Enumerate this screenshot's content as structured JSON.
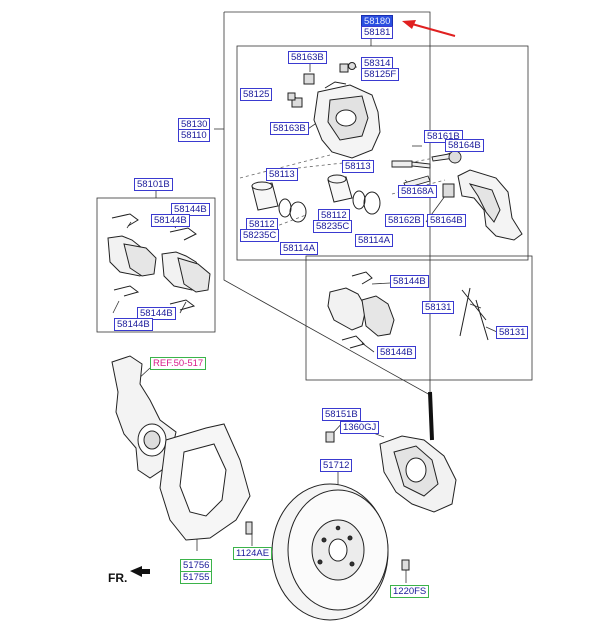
{
  "labels": {
    "l58180": "58180",
    "l58181": "58181",
    "l58163B_a": "58163B",
    "l58314": "58314",
    "l58125F": "58125F",
    "l58125": "58125",
    "l58163B_b": "58163B",
    "l58130": "58130",
    "l58110": "58110",
    "l58161B": "58161B",
    "l58164B_a": "58164B",
    "l58113_a": "58113",
    "l58113_b": "58113",
    "l58168A": "58168A",
    "l58162B": "58162B",
    "l58164B_b": "58164B",
    "l58112_a": "58112",
    "l58235C_a": "58235C",
    "l58112_b": "58112",
    "l58235C_b": "58235C",
    "l58114A_a": "58114A",
    "l58114A_b": "58114A",
    "l58101B": "58101B",
    "l58144B_1": "58144B",
    "l58144B_2": "58144B",
    "l58144B_3": "58144B",
    "l58144B_4": "58144B",
    "l58144B_5": "58144B",
    "l58144B_6": "58144B",
    "l58131_a": "58131",
    "l58131_b": "58131",
    "ref": "REF.50-517",
    "l58151B": "58151B",
    "l1360GJ": "1360GJ",
    "l51712": "51712",
    "l51756": "51756",
    "l51755": "51755",
    "l1124AE": "1124AE",
    "l1220FS": "1220FS"
  },
  "fr": "FR.",
  "colors": {
    "label_border": "#3a3ad0",
    "label_text": "#1a1a9a",
    "highlight": "#2b4fe0",
    "ref_text": "#d81b8a",
    "green_border": "#3bb34a",
    "arrow": "#e02020"
  }
}
